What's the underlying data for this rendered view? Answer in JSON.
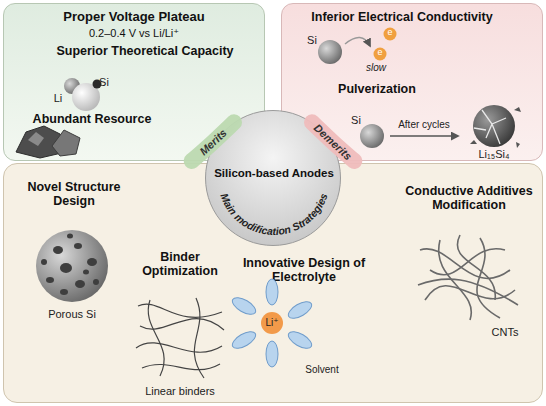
{
  "diagram": {
    "nodes": [
      {
        "text": [
          "Proper Voltage Plateau",
          "0.2–0.4 V vs Li/Li⁺",
          "Superior Theoretical Capacity",
          "Abundant Resource"
        ]
      },
      {
        "text": [
          "Inferior Electrical Conductivity",
          "Pulverization"
        ]
      },
      {
        "text": [
          "Novel Structure Design",
          "Binder Optimization",
          "Innovative Design of Electrolyte",
          "Conductive Additives Modification"
        ]
      },
      {
        "text": [
          "Silicon-based Anodes",
          "Main modification Strategies"
        ]
      }
    ],
    "edges": [
      {
        "from": 3,
        "to": 0,
        "label": "Merits",
        "arrow": "none"
      },
      {
        "from": 3,
        "to": 1,
        "label": "Demerits",
        "arrow": "none"
      }
    ],
    "labels": [
      "Li",
      "Si",
      "Si",
      "e",
      "e",
      "slow",
      "Si",
      "After cycles",
      "Li₁₅Si₄",
      "Porous Si",
      "Linear binders",
      "Li⁺",
      "Solvent",
      "CNTs"
    ]
  }
}
